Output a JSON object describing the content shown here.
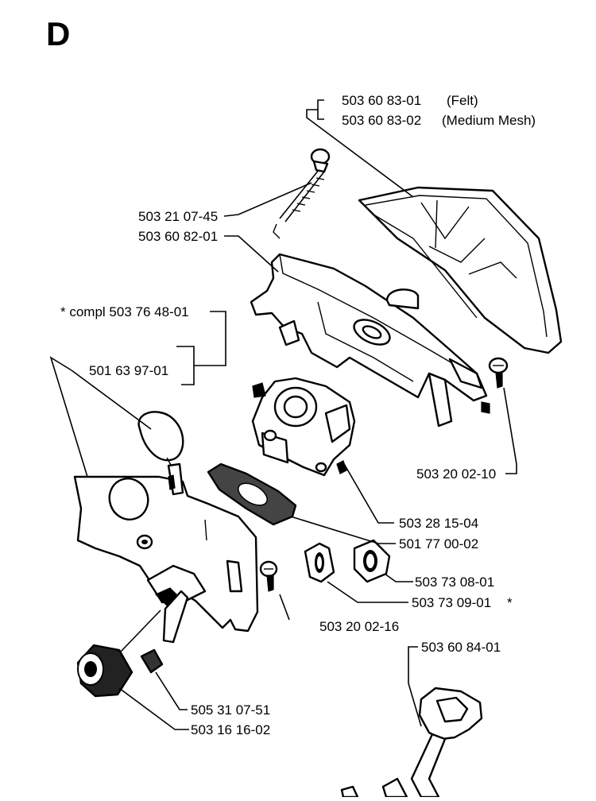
{
  "section_letter": "D",
  "labels": {
    "filter_felt_no": "503 60 83-01",
    "filter_felt_desc": "(Felt)",
    "filter_mesh_no": "503 60 83-02",
    "filter_mesh_desc": "(Medium Mesh)",
    "screw_top": "503 21 07-45",
    "filter_holder": "503 60 82-01",
    "compl_kit": "* compl 503 76 48-01",
    "bellows": "501 63 97-01",
    "screw_right": "503 20 02-10",
    "carburetor": "503 28 15-04",
    "gasket": "501 77 00-02",
    "grommet_a": "503 73 08-01",
    "grommet_b": "503 73 09-01",
    "grommet_b_mark": "*",
    "screw_small": "503 20 02-16",
    "throttle_rod": "503 60 84-01",
    "spacer": "505 31 07-51",
    "knob": "503 16 16-02"
  }
}
